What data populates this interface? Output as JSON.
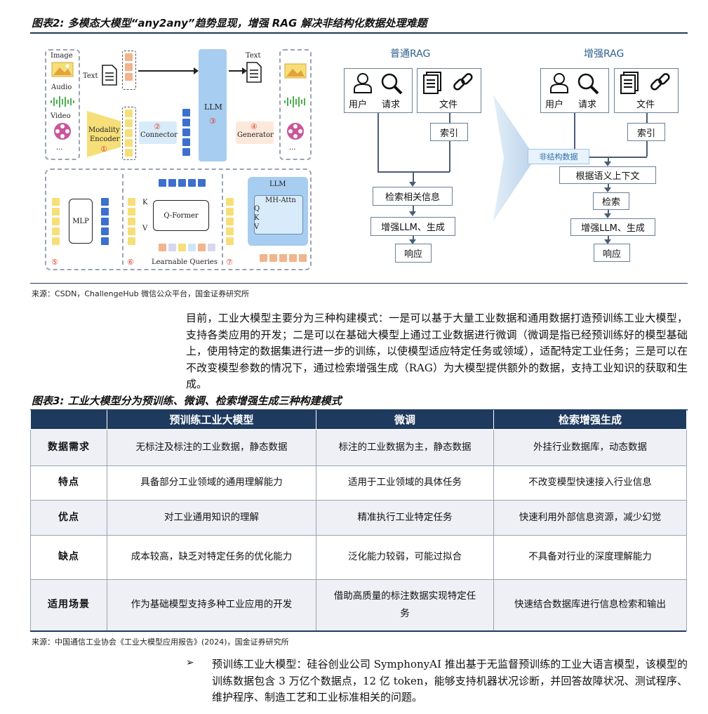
{
  "figure2": {
    "title": "图表2: 多模态大模型“any2any”趋势显现，增强 RAG 解决非结构化数据处理难题",
    "source": "来源：CSDN，ChallengeHub 微信公众平台，国金证券研究所",
    "any2any": {
      "image": "Image",
      "audio": "Audio",
      "video": "Video",
      "ellipsis": "···",
      "text_in": "Text",
      "text_out": "Text",
      "encoder_1": "Modality",
      "encoder_2": "Encoder",
      "encoder_num": "①",
      "connector_num": "②",
      "connector": "Connector",
      "llm": "LLM",
      "llm_num": "③",
      "generator_num": "④",
      "generator": "Generator",
      "mlp": "MLP",
      "mlp_num": "⑤",
      "qformer": "Q-Former",
      "k": "K",
      "v": "V",
      "learnable": "Learnable Queries",
      "qformer_num": "⑥",
      "llm2": "LLM",
      "mhattn": "MH-Attn",
      "q2": "Q",
      "k2": "K",
      "v2": "V",
      "llm2_num": "⑦"
    },
    "rag_normal": {
      "title": "普通RAG",
      "user": "用户",
      "request": "请求",
      "file": "文件",
      "index": "索引",
      "retrieve": "检索相关信息",
      "enhance": "增强LLM、生成",
      "respond": "响应"
    },
    "rag_enhanced": {
      "title": "增强RAG",
      "user": "用户",
      "request": "请求",
      "file": "文件",
      "index": "索引",
      "unstructured": "非结构数据",
      "context": "根据语义上下文",
      "search": "检索",
      "enhance": "增强LLM、生成",
      "respond": "响应"
    }
  },
  "paragraph": "目前，工业大模型主要分为三种构建模式：一是可以基于大量工业数据和通用数据打造预训练工业大模型，支持各类应用的开发；二是可以在基础大模型上通过工业数据进行微调（微调是指已经预训练好的模型基础上，使用特定的数据集进行进一步的训练，以使模型适应特定任务或领域），适配特定工业任务；三是可以在不改变模型参数的情况下，通过检索增强生成（RAG）为大模型提供额外的数据，支持工业知识的获取和生成。",
  "figure3": {
    "title": "图表3: 工业大模型分为预训练、微调、检索增强生成三种构建模式",
    "headers": [
      "",
      "预训练工业大模型",
      "微调",
      "检索增强生成"
    ],
    "rows": [
      [
        "数据需求",
        "无标注及标注的工业数据，静态数据",
        "标注的工业数据为主，静态数据",
        "外挂行业数据库，动态数据"
      ],
      [
        "特点",
        "具备部分工业领域的通用理解能力",
        "适用于工业领域的具体任务",
        "不改变模型快速接入行业信息"
      ],
      [
        "优点",
        "对工业通用知识的理解",
        "精准执行工业特定任务",
        "快速利用外部信息资源，减少幻觉"
      ],
      [
        "缺点",
        "成本较高，缺乏对特定任务的优化能力",
        "泛化能力较弱，可能过拟合",
        "不具备对行业的深度理解能力"
      ],
      [
        "适用场景",
        "作为基础模型支持多种工业应用的开发",
        "借助高质量的标注数据实现特定任务",
        "快速结合数据库进行信息检索和输出"
      ]
    ],
    "source": "来源：中国通信工业协会《工业大模型应用报告》(2024)，国金证券研究所"
  },
  "bullet": {
    "marker": "➢",
    "text": "预训练工业大模型：硅谷创业公司 SymphonyAI 推出基于无监督预训练的工业大语言模型，该模型的训练数据包含 3 万亿个数据点，12 亿 token，能够支持机器状况诊断，并回答故障状况、测试程序、维护程序、制造工艺和工业标准相关的问题。"
  },
  "colors": {
    "navy": "#1f3a5f",
    "rag_title": "#2e5f8f",
    "llm_blue": "#a7cdf0",
    "encoder_yellow": "#f6df79",
    "token_orange": "#f2b48c",
    "token_blue": "#3d6fcf",
    "number_red": "#d9442e"
  },
  "icons": [
    "image-icon",
    "waveform-icon",
    "film-reel-icon",
    "document-icon",
    "user-icon",
    "magnifier-icon",
    "file-icon",
    "link-icon"
  ]
}
